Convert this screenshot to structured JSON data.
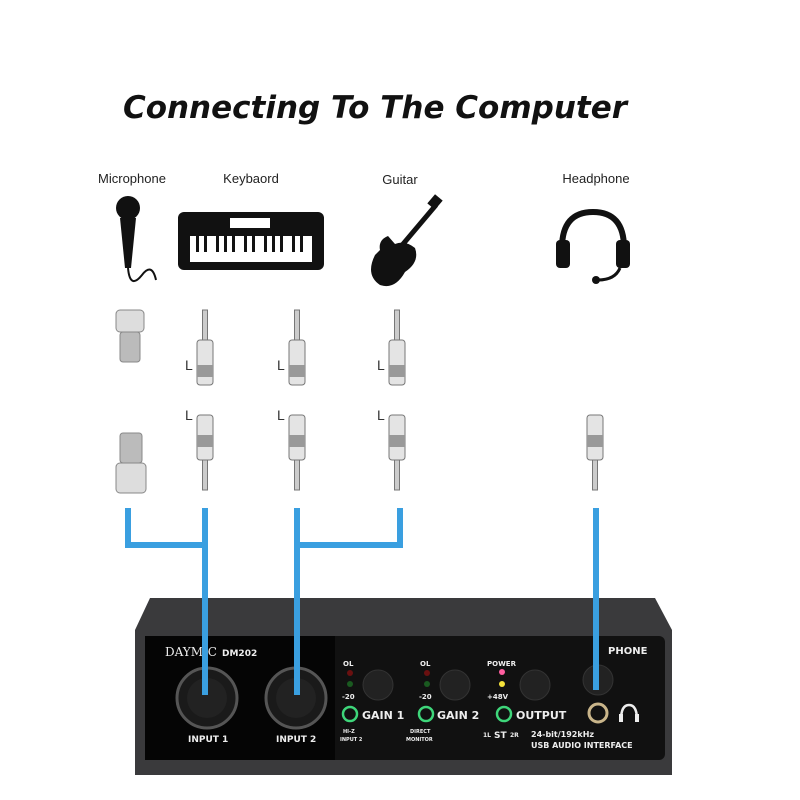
{
  "title": "Connecting To The Computer",
  "devices": [
    {
      "label": "Microphone",
      "icon": "microphone-icon"
    },
    {
      "label": "Keybaord",
      "icon": "keyboard-icon"
    },
    {
      "label": "Guitar",
      "icon": "guitar-icon"
    },
    {
      "label": "Headphone",
      "icon": "headphone-icon"
    }
  ],
  "plug_label": "L",
  "cable_color": "#3a9fe0",
  "interface": {
    "brand": "DAYMIC",
    "model": "DM202",
    "phone_label": "PHONE",
    "input1": "INPUT 1",
    "input2": "INPUT 2",
    "ol": "OL",
    "minus20": "-20",
    "gain1": "GAIN 1",
    "gain2": "GAIN 2",
    "power": "POWER",
    "phantom": "+48V",
    "output": "OUTPUT",
    "hiz_line1": "HI-Z",
    "hiz_line2": "INPUT 2",
    "direct_line1": "DIRECT",
    "direct_line2": "MONITOR",
    "st_left": "1L",
    "st": "ST",
    "st_right": "2R",
    "spec_line1": "24-bit/192kHz",
    "spec_line2": "USB AUDIO INTERFACE"
  }
}
